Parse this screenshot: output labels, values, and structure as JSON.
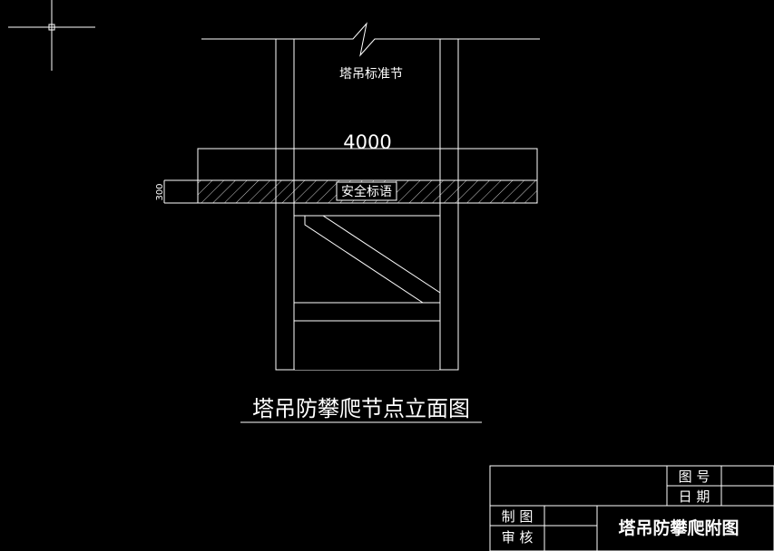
{
  "drawing": {
    "standard_section_label": "塔吊标准节",
    "width_dimension": "4000",
    "height_dimension": "300",
    "slogan_label": "安全标语",
    "elevation_title": "塔吊防攀爬节点立面图"
  },
  "title_block": {
    "drawing_no_label": "图 号",
    "date_label": "日 期",
    "drawn_by_label": "制 图",
    "checked_by_label": "审 核",
    "sheet_title": "塔吊防攀爬附图"
  },
  "colors": {
    "background": "#000000",
    "line": "#ffffff"
  }
}
